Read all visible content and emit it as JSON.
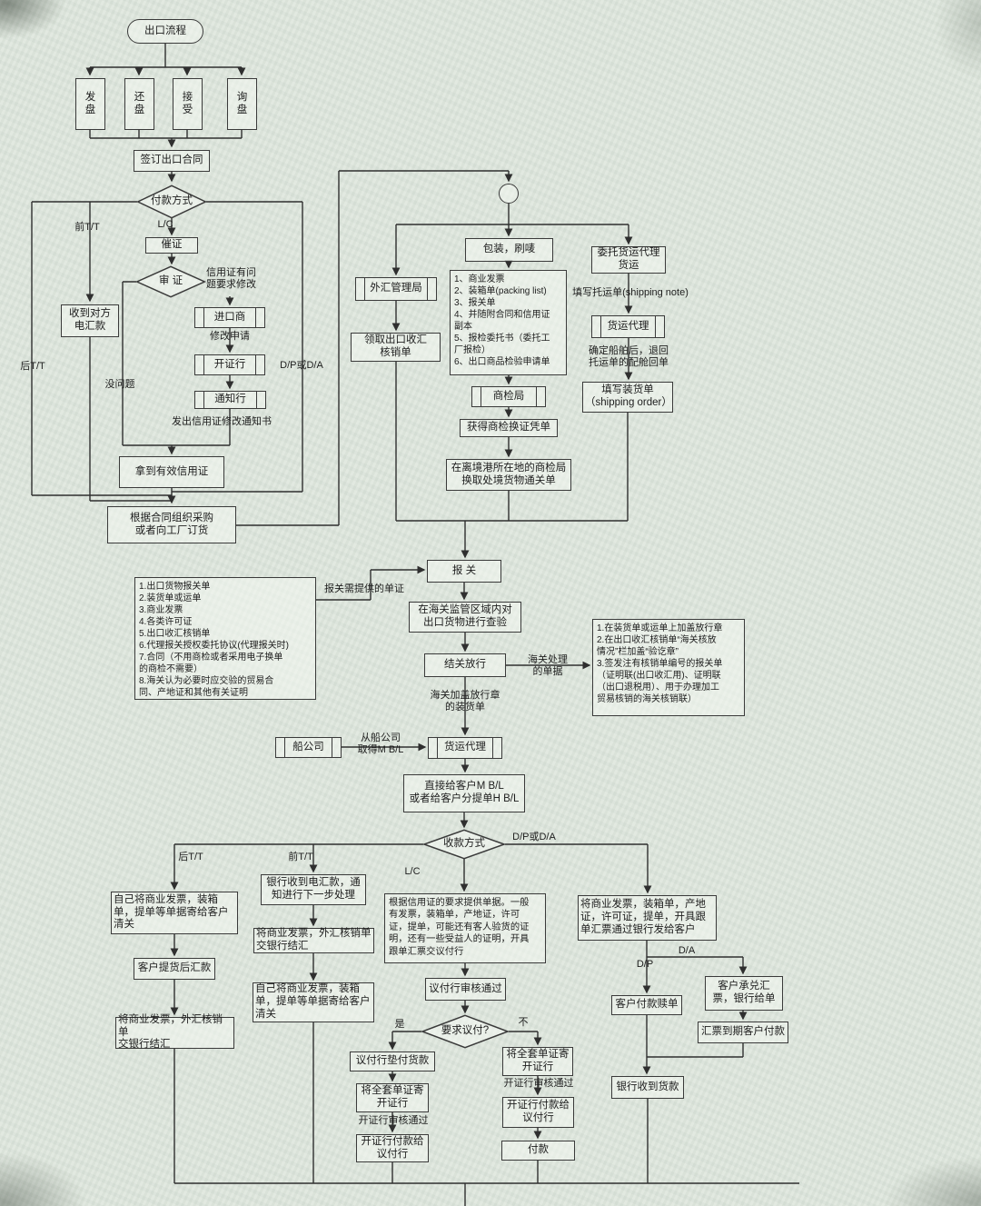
{
  "colors": {
    "paper": "#dfe7de",
    "ink": "#2f2f2f",
    "box_fill": "#eef3ec"
  },
  "fc": {
    "title": "出口流程",
    "nodes": {
      "start": "出口流程",
      "offer": "发\n盘",
      "counter_offer": "还\n盘",
      "accept": "接\n受",
      "inquiry": "询\n盘",
      "sign_contract": "签订出口合同",
      "payment_method": "付款方式",
      "urge_lc": "催证",
      "review_lc": "审 证",
      "receive_tt": "收到对方\n电汇款",
      "importer": "进口商",
      "issuing_bank": "开证行",
      "advising_bank": "通知行",
      "valid_lc": "拿到有效信用证",
      "organize_procurement": "根据合同组织采购\n或者向工厂订货",
      "safe_bureau": "外汇管理局",
      "packing": "包装，刷唛",
      "entrust_freight": "委托货运代理\n货运",
      "packing_docs": "1、商业发票\n2、装箱单(packing list)\n3、报关单\n4、并随附合同和信用证\n副本\n5、报检委托书（委托工\n厂报检）\n6、出口商品检验申请单",
      "get_verification_form": "领取出口收汇\n核销单",
      "freight_agent1": "货运代理",
      "fill_shipping_order": "填写装货单\n（shipping order）",
      "inspection_bureau": "商检局",
      "get_inspection_cert": "获得商检换证凭单",
      "port_inspection": "在离境港所在地的商检局\n换取处境货物通关单",
      "customs_declaration": "报 关",
      "declaration_docs": "1.出口货物报关单\n2.装货单或运单\n3.商业发票\n4.各类许可证\n5.出口收汇核销单\n6.代理报关授权委托协议(代理报关时)\n7.合同（不用商检或者采用电子换单\n的商检不需要）\n8.海关认为必要时应交验的贸易合\n同、产地证和其他有关证明",
      "customs_inspection": "在海关监管区域内对\n出口货物进行查验",
      "customs_release": "结关放行",
      "customs_docs": "1.在装货单或运单上加盖放行章\n2.在出口收汇核销单“海关核放\n情况”栏加盖“验讫章”\n3.签发注有核销单编号的报关单\n（证明联(出口收汇用)、证明联\n（出口退税用）、用于办理加工\n贸易核销的海关核销联）",
      "shipping_company": "船公司",
      "freight_agent2": "货运代理",
      "give_bl": "直接给客户M B/L\n或者给客户分提单H B/L",
      "collection_method": "收款方式",
      "a1": "自己将商业发票，装箱\n单，提单等单据寄给客户\n清关",
      "a2": "客户提货后汇款",
      "a3": "将商业发票，外汇核销单\n交银行结汇",
      "b1": "银行收到电汇款，通\n知进行下一步处理",
      "b2": "将商业发票，外汇核销单\n交银行结汇",
      "b3": "自己将商业发票，装箱\n单，提单等单据寄给客户\n清关",
      "lc_docs": "根据信用证的要求提供单据。一般\n有发票，装箱单，产地证，许可\n证，提单，可能还有客人验货的证\n明，还有一些受益人的证明，开具\n跟单汇票交议付行",
      "negotiating_bank_approved": "议付行审核通过",
      "negotiate_q": "要求议付?",
      "d1": "议付行垫付货款",
      "d2": "将全套单证寄\n开证行",
      "d3": "开证行付款给\n议付行",
      "e1": "将全套单证寄\n开证行",
      "e2": "开证行付款给\n议付行",
      "e3": "付款",
      "f1": "将商业发票，装箱单，产地\n证，许可证，提单，开具跟\n单汇票通过银行发给客户",
      "f2": "客户付款赎单",
      "f3": "客户承兑汇\n票，银行给单",
      "f4": "汇票到期客户付款",
      "f5": "银行收到货款"
    },
    "edge_labels": {
      "qian_tt": "前T/T",
      "hou_tt": "后T/T",
      "lc": "L/C",
      "dp_da": "D/P或D/A",
      "no_problem": "没问题",
      "lc_problem": "信用证有问\n题要求修改",
      "modify_request": "修改申请",
      "issue_modify_notice": "发出信用证修改通知书",
      "fill_shipping_note": "填写托运单(shipping note)",
      "confirm_vessel": "确定船舶后，退回\n托运单的配舱回单",
      "declaration_docs_label": "报关需提供的单证",
      "customs_docs_label": "海关处理\n的单据",
      "release_stamp": "海关加盖放行章\n的装货单",
      "from_shipping_co": "从船公司\n取得M B/L",
      "hou_tt2": "后T/T",
      "qian_tt2": "前T/T",
      "lc2": "L/C",
      "dp_da2": "D/P或D/A",
      "yes": "是",
      "no": "不",
      "da": "D/A",
      "dp": "D/P",
      "issuing_approved_d": "开证行审核通过",
      "issuing_approved_e": "开证行审核通过"
    }
  }
}
